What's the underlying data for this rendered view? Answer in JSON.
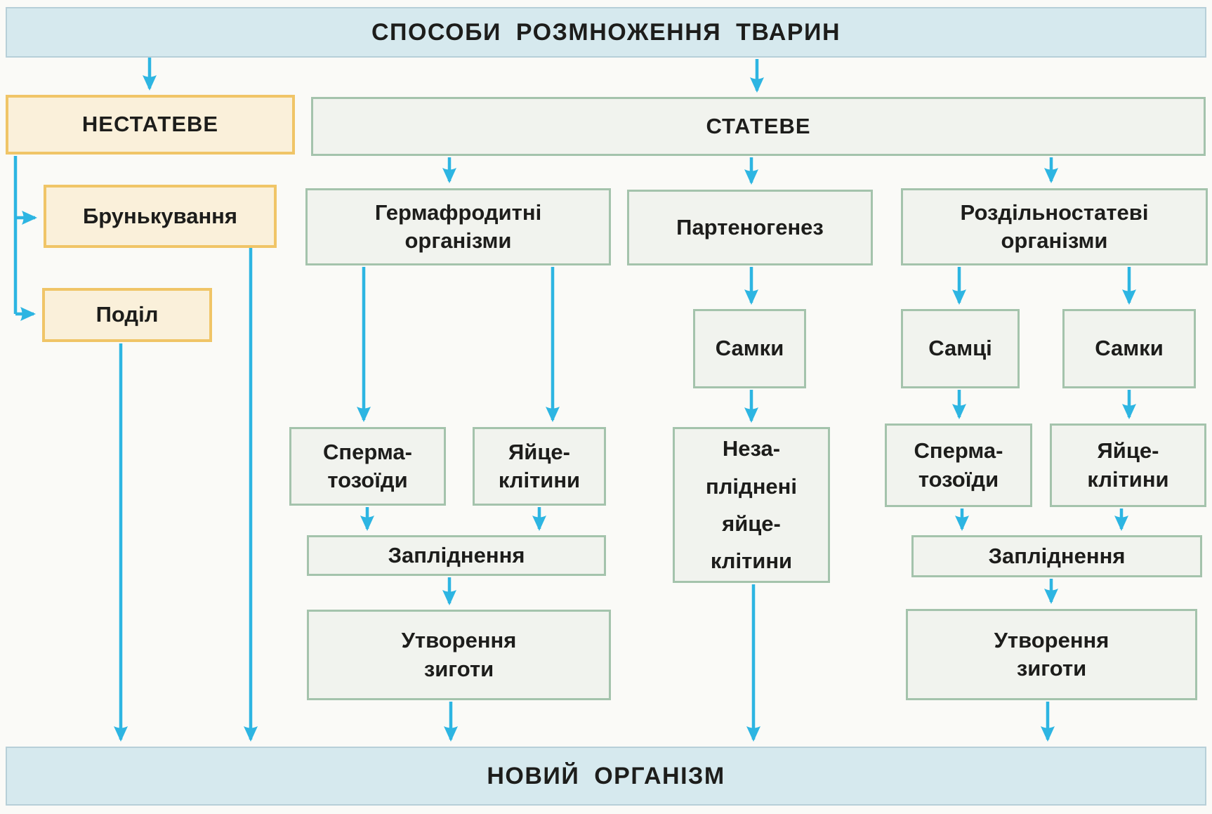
{
  "header": {
    "title": "СПОСОБИ РОЗМНОЖЕННЯ ТВАРИН"
  },
  "footer": {
    "title": "НОВИЙ ОРГАНІЗМ"
  },
  "asexual": {
    "label": "НЕСТАТЕВЕ",
    "methods": [
      {
        "label": "Брунькування"
      },
      {
        "label": "Поділ"
      }
    ]
  },
  "sexual": {
    "label": "СТАТЕВЕ",
    "hermaphroditic": {
      "name": [
        "Гермафродитні",
        "організми"
      ],
      "sperm": [
        "Сперма-",
        "тозоїди"
      ],
      "eggs": [
        "Яйце-",
        "клітини"
      ],
      "fertilization": "Запліднення",
      "zygote": [
        "Утворення",
        "зиготи"
      ]
    },
    "parthenogenesis": {
      "label": "Партеногенез",
      "females": "Самки",
      "unfertilized_eggs": [
        "Неза-",
        "пліднені",
        "яйце-",
        "клітини"
      ]
    },
    "dioecious": {
      "name": [
        "Роздільностатеві",
        "організми"
      ],
      "males": "Самці",
      "females": "Самки",
      "sperm": [
        "Сперма-",
        "тозоїди"
      ],
      "eggs": [
        "Яйце-",
        "клітини"
      ],
      "fertilization": "Запліднення",
      "zygote": [
        "Утворення",
        "зиготи"
      ]
    }
  },
  "colors": {
    "arrow": "#2db5e2",
    "banner_bg": "#d6e9ee",
    "banner_border": "#b7cfd8",
    "yellow_bg": "#faf0da",
    "yellow_border": "#f0c567",
    "green_bg": "#f1f3ee",
    "green_border": "#a4c3ac",
    "text": "#1d1d1b",
    "page_bg": "#fafaf7"
  }
}
